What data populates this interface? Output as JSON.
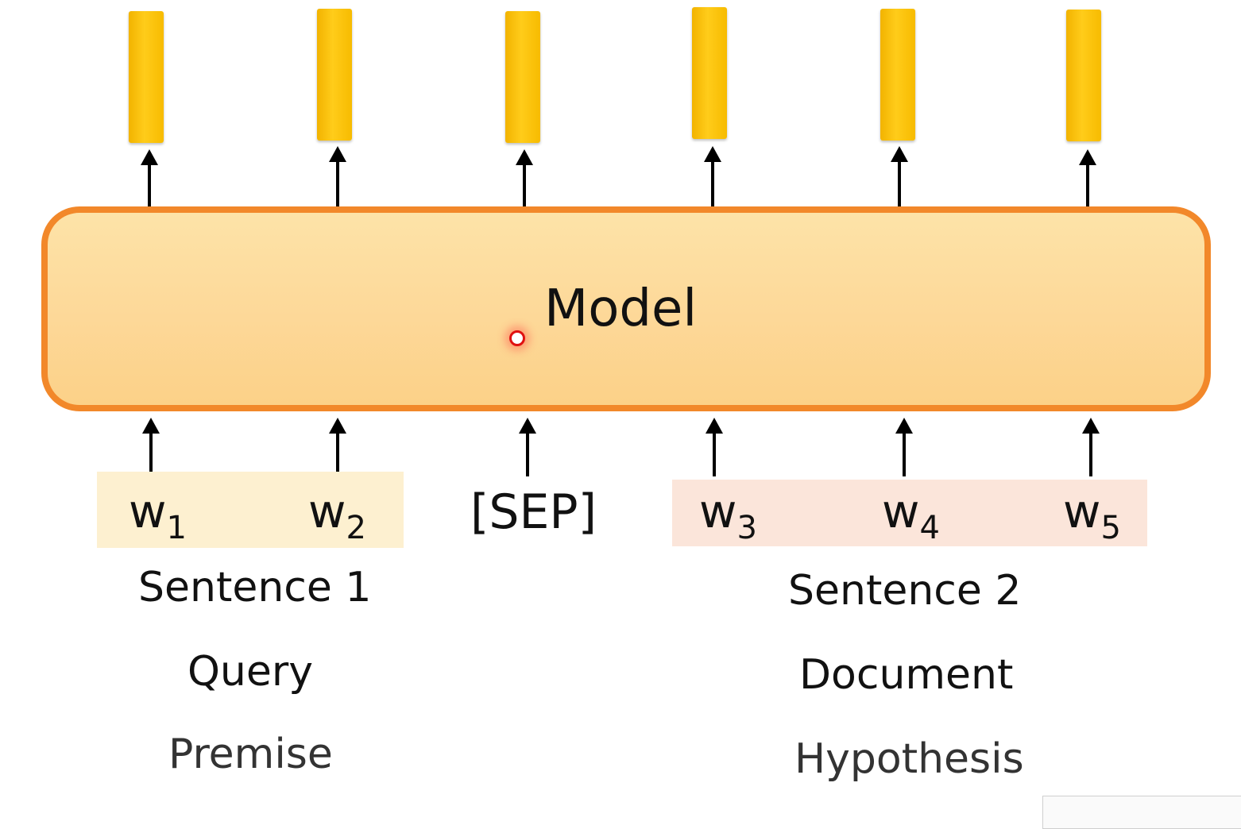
{
  "model": {
    "label": "Model"
  },
  "separator": {
    "label": "[SEP]"
  },
  "tokens": [
    {
      "base": "w",
      "sub": "1"
    },
    {
      "base": "w",
      "sub": "2"
    },
    {
      "base": "w",
      "sub": "3"
    },
    {
      "base": "w",
      "sub": "4"
    },
    {
      "base": "w",
      "sub": "5"
    }
  ],
  "group_left": {
    "labels": [
      "Sentence 1",
      "Query",
      "Premise"
    ]
  },
  "group_right": {
    "labels": [
      "Sentence 2",
      "Document",
      "Hypothesis"
    ]
  },
  "colors": {
    "output_bar": "#ffc20e",
    "model_fill": "#fdd898",
    "model_border": "#f2882a",
    "band_left": "#fdf0d0",
    "band_right": "#fbe5da"
  }
}
